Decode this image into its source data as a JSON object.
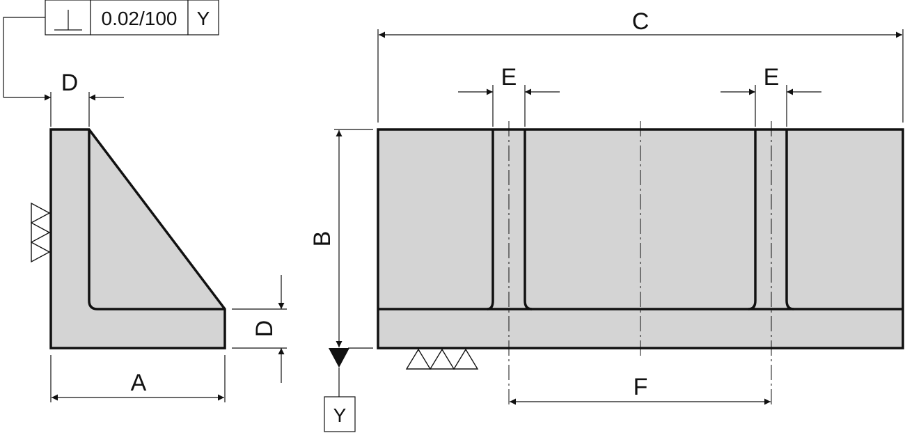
{
  "dimension_labels": {
    "a": "A",
    "b": "B",
    "c": "C",
    "d": "D",
    "e": "E",
    "f": "F"
  },
  "tolerance_frame": {
    "symbol_icon": "perpendicularity-icon",
    "tolerance": "0.02/100",
    "datum": "Y"
  },
  "datum_label": "Y",
  "surface_symbol_icon": "machined-surface-triangles-icon",
  "colors": {
    "part_fill": "#d4d4d4",
    "outline": "#111111",
    "background": "#ffffff"
  }
}
